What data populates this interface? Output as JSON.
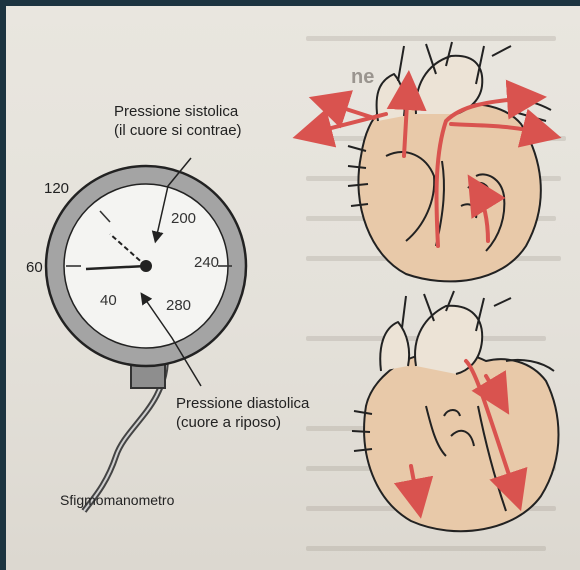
{
  "page": {
    "heading_fragment": "ne",
    "labels": {
      "systolic_title": "Pressione sistolica",
      "systolic_sub": "(il cuore si contrae)",
      "diastolic_title": "Pressione diastolica",
      "diastolic_sub": "(cuore a riposo)",
      "device": "Sfigmomanometro"
    },
    "gauge": {
      "outer_ticks": [
        "120",
        "60"
      ],
      "dial_numbers": [
        "200",
        "240",
        "40",
        "280"
      ]
    }
  },
  "colors": {
    "accent": "#d9534f",
    "paper": "#e8e5de",
    "heart_fill": "#e8c9a9",
    "frame": "#1c3440"
  }
}
